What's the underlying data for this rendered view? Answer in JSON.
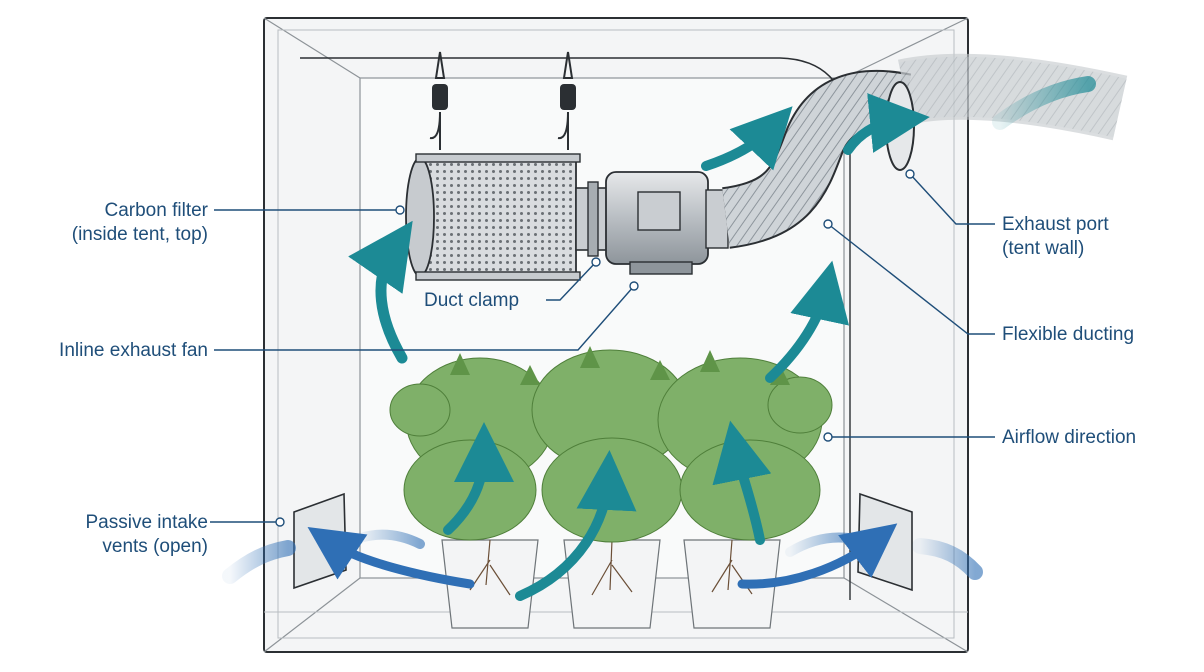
{
  "labels": {
    "carbon_filter": [
      "Carbon filter",
      "(inside tent, top)"
    ],
    "duct_clamp": "Duct clamp",
    "inline_fan": "Inline exhaust fan",
    "passive_intake": [
      "Passive intake",
      "vents (open)"
    ],
    "exhaust_port": [
      "Exhaust port",
      "(tent wall)"
    ],
    "flexible_ducting": "Flexible ducting",
    "airflow_direction": "Airflow direction"
  },
  "colors": {
    "label": "#1f4e79",
    "airflow_teal": "#1c8a95",
    "intake_blue": "#2f6fb5",
    "leaf_green": "#7fb069",
    "leaf_dark": "#4f7f3a"
  }
}
